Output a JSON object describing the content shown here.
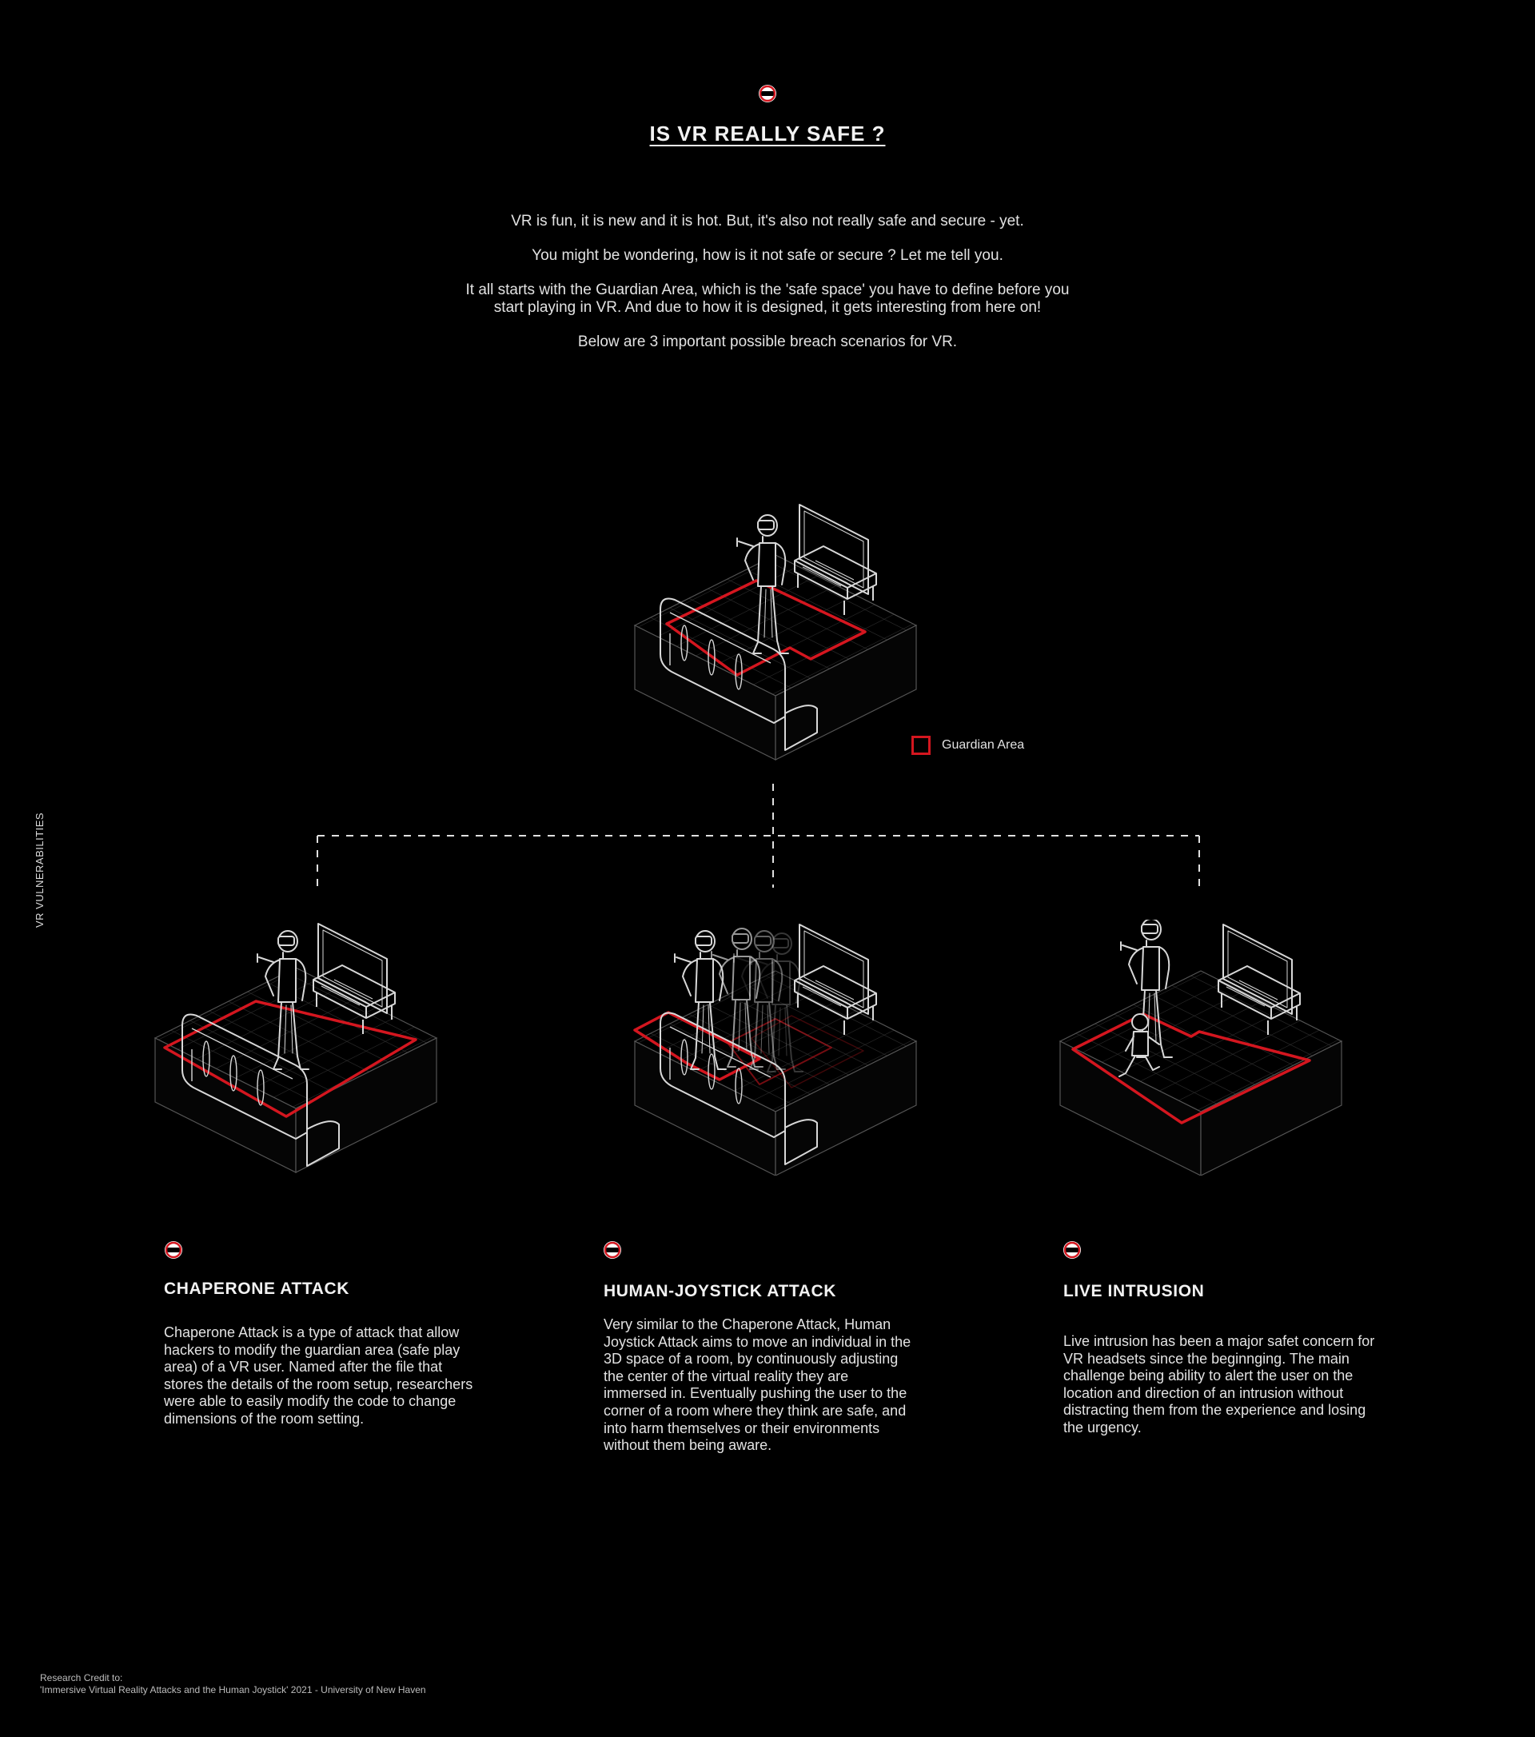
{
  "header": {
    "title": "IS VR REALLY SAFE ?",
    "badge_icon": "vr-headset-icon"
  },
  "intro": {
    "paragraphs": [
      "VR is fun, it is new and it is hot. But, it's also not really safe and secure - yet.",
      "You might be wondering, how is it not safe or secure ? Let me tell you.",
      "It all starts with the Guardian Area, which is the 'safe space' you have to define before you start playing in VR. And due to how it is designed, it gets interesting from here on!",
      "Below are 3  important possible breach scenarios for VR."
    ]
  },
  "side_label": "VR VULNERABILITIES",
  "legend": {
    "label": "Guardian Area",
    "color": "#d4161f"
  },
  "colors": {
    "background": "#000000",
    "guardian": "#d4161f",
    "line": "#d8d8d8",
    "grid": "#3a3a3a"
  },
  "scenarios": [
    {
      "title": "CHAPERONE ATTACK",
      "icon": "vr-headset-icon",
      "body": "Chaperone Attack is a type of attack that allow hackers to modify the guardian area (safe play area) of a VR user. Named after the file that stores the details of the room setup, researchers were able to easily modify the code to change dimensions of the room setting."
    },
    {
      "title": "HUMAN-JOYSTICK ATTACK",
      "icon": "vr-headset-icon",
      "body": "Very similar to the Chaperone Attack, Human Joystick Attack aims to move an individual in the 3D space of a room, by continuously adjusting the center of the virtual reality they are immersed in. Eventually pushing the user to the corner of a room where they think are safe, and into harm themselves or their environments without them being aware."
    },
    {
      "title": "LIVE INTRUSION",
      "icon": "vr-headset-icon",
      "body": "Live intrusion has been a major safet concern for VR headsets since the beginnging. The main challenge being ability to alert the user on the location and direction of an intrusion without distracting them from the experience and losing the urgency."
    }
  ],
  "credit": {
    "line1": "Research Credit to:",
    "line2": "'Immersive Virtual Reality Attacks and the Human Joystick' 2021 - University of New Haven"
  }
}
